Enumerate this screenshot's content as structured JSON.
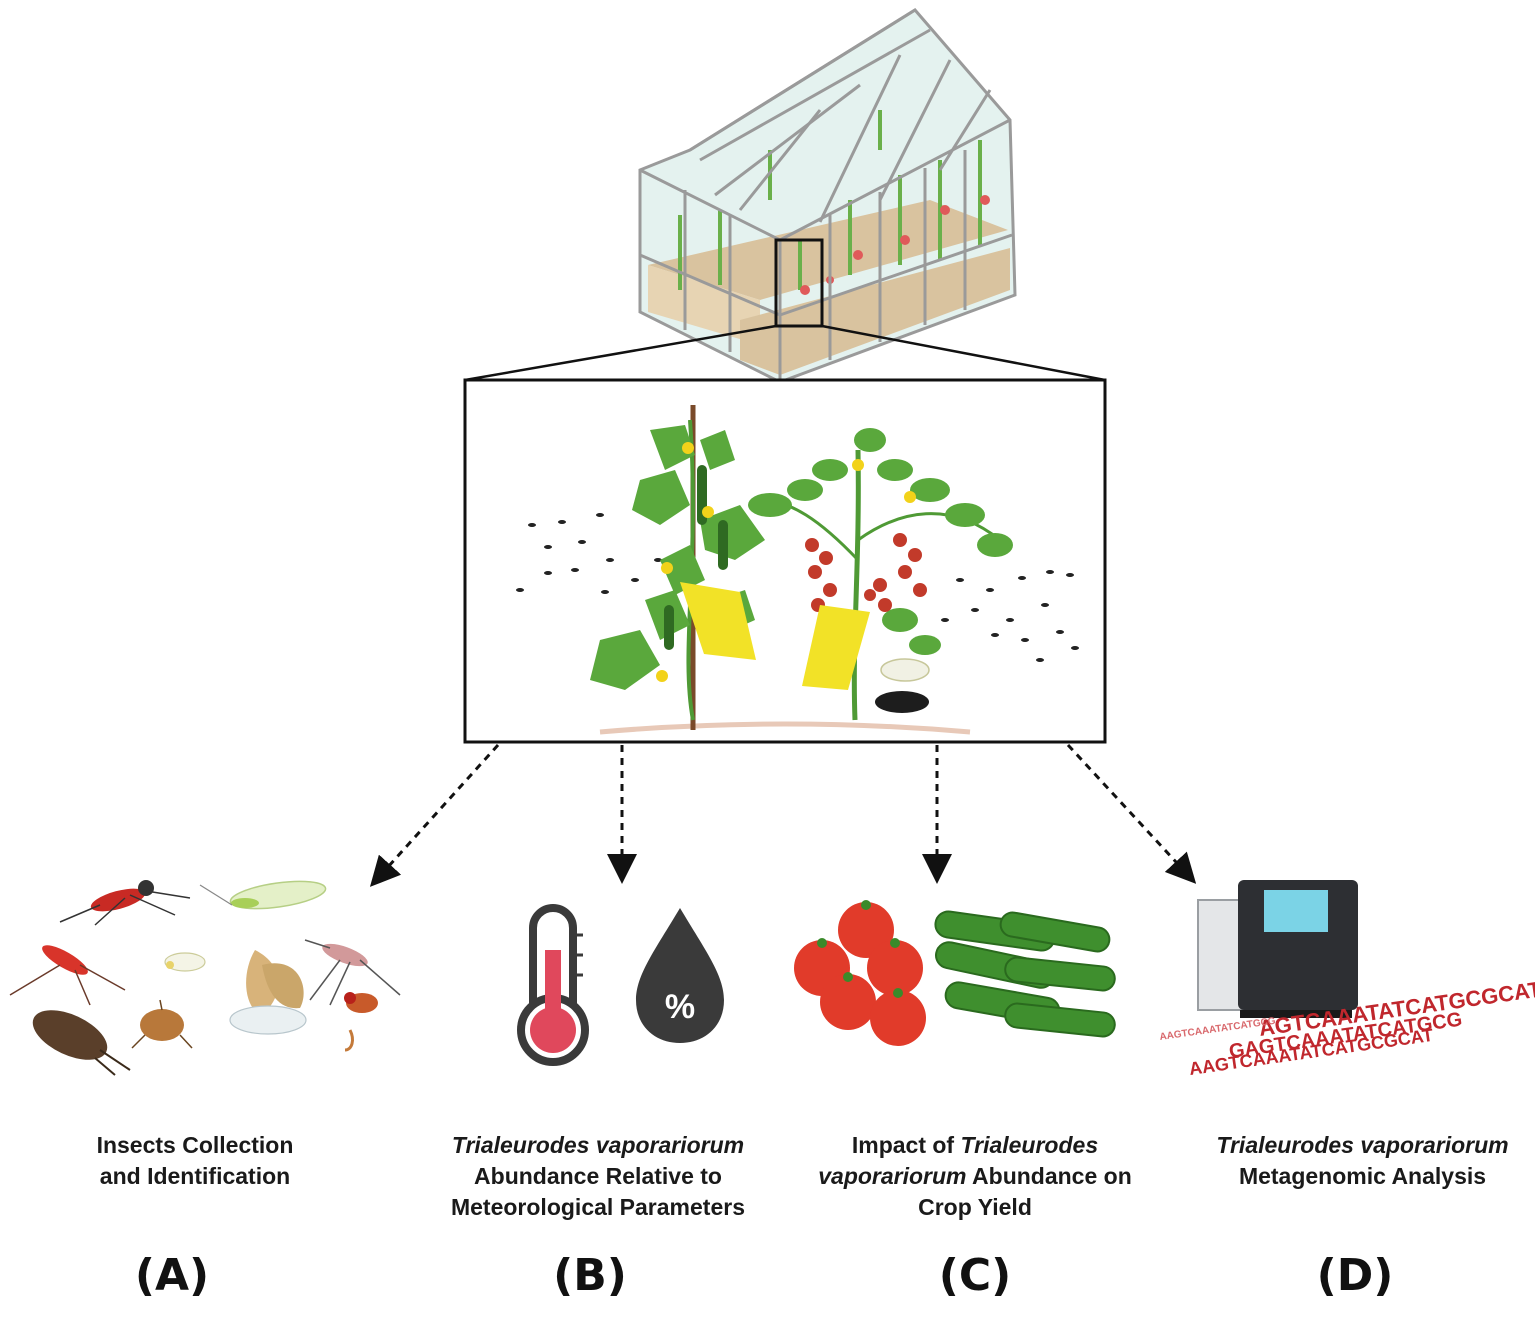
{
  "panels": [
    {
      "letter": "(A)",
      "line1": "Insects Collection",
      "line2": "and Identification"
    },
    {
      "letter": "(B)",
      "italic1": "Trialeurodes vaporariorum",
      "line2": "Abundance Relative to",
      "line3": "Meteorological Parameters"
    },
    {
      "letter": "(C)",
      "pre1": "Impact of ",
      "italic1": "Trialeurodes",
      "italic2": "vaporariorum",
      "post2": " Abundance on",
      "line3": "Crop Yield"
    },
    {
      "letter": "(D)",
      "italic1": "Trialeurodes vaporariorum",
      "line2": "Metagenomic Analysis"
    }
  ],
  "icons": {
    "humidity_symbol": "%",
    "dna_lines": [
      "AGTCAAATATCATGCGCAT",
      "GAGTCAAATATCATGCG",
      "AAGTCAAATATCATGCGCAT"
    ]
  },
  "colors": {
    "leaf": "#5aa83c",
    "trap": "#f2e227",
    "tomato": "#e13b2a",
    "cucumber": "#3f8f2e",
    "thermo_red": "#e0485c",
    "drop": "#3a3a3a",
    "dna": "#c0272d"
  }
}
